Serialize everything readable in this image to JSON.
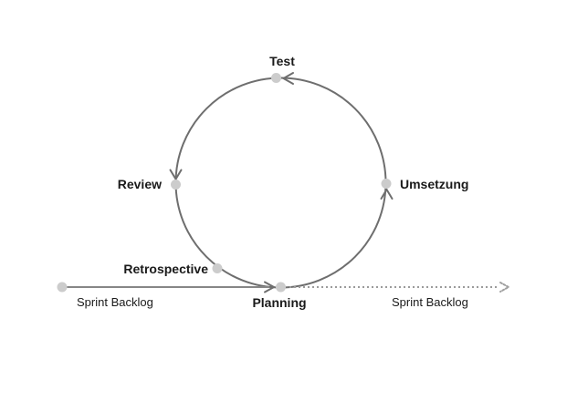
{
  "diagram": {
    "type": "cycle",
    "direction": "counterclockwise",
    "nodes": {
      "test": "Test",
      "umsetzung": "Umsetzung",
      "review": "Review",
      "retrospective": "Retrospective",
      "planning": "Planning"
    },
    "flow_labels": {
      "incoming": "Sprint Backlog",
      "outgoing": "Sprint Backlog"
    },
    "sequence": [
      "Planning",
      "Umsetzung",
      "Test",
      "Review",
      "Retrospective"
    ],
    "colors": {
      "background": "#ffffff",
      "circle_stroke": "#6e6e6e",
      "solid_line": "#868686",
      "dotted_line": "#9b9b9b",
      "node_dot": "#cccccc",
      "label_text": "#1a1a1a"
    }
  }
}
